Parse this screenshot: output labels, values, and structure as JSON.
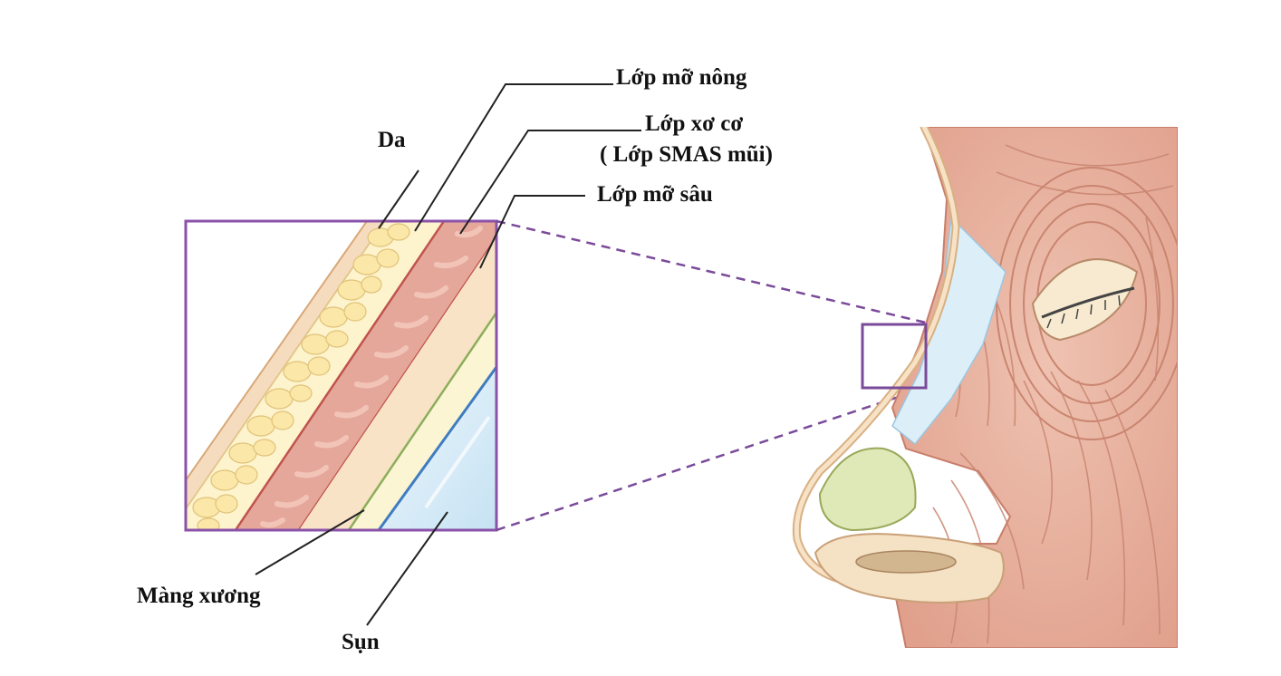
{
  "labels": {
    "da": "Da",
    "lop_mo_nong": "Lớp mỡ nông",
    "lop_xo_co": "Lớp xơ cơ",
    "lop_smas_mui": "( Lớp SMAS mũi)",
    "lop_mo_sau": "Lớp mỡ sâu",
    "mang_xuong": "Màng xương",
    "sun": "Sụn"
  },
  "colors": {
    "frame": "#8a52a8",
    "skin": "#f6dcbf",
    "skin_line": "#d8a878",
    "superficial_fat": "#fdf3cc",
    "fibromuscular": "#e6a79b",
    "fibromuscular_line": "#c0544e",
    "deep_fat": "#f9e3c6",
    "periosteum": "#fbf5d4",
    "periosteum_line": "#8cae5a",
    "cartilage": "#dbeef8",
    "cartilage_line": "#3f7cc0",
    "muscle": "#e9b29f",
    "muscle_line": "#c87e6a",
    "leader_line": "#222222"
  }
}
